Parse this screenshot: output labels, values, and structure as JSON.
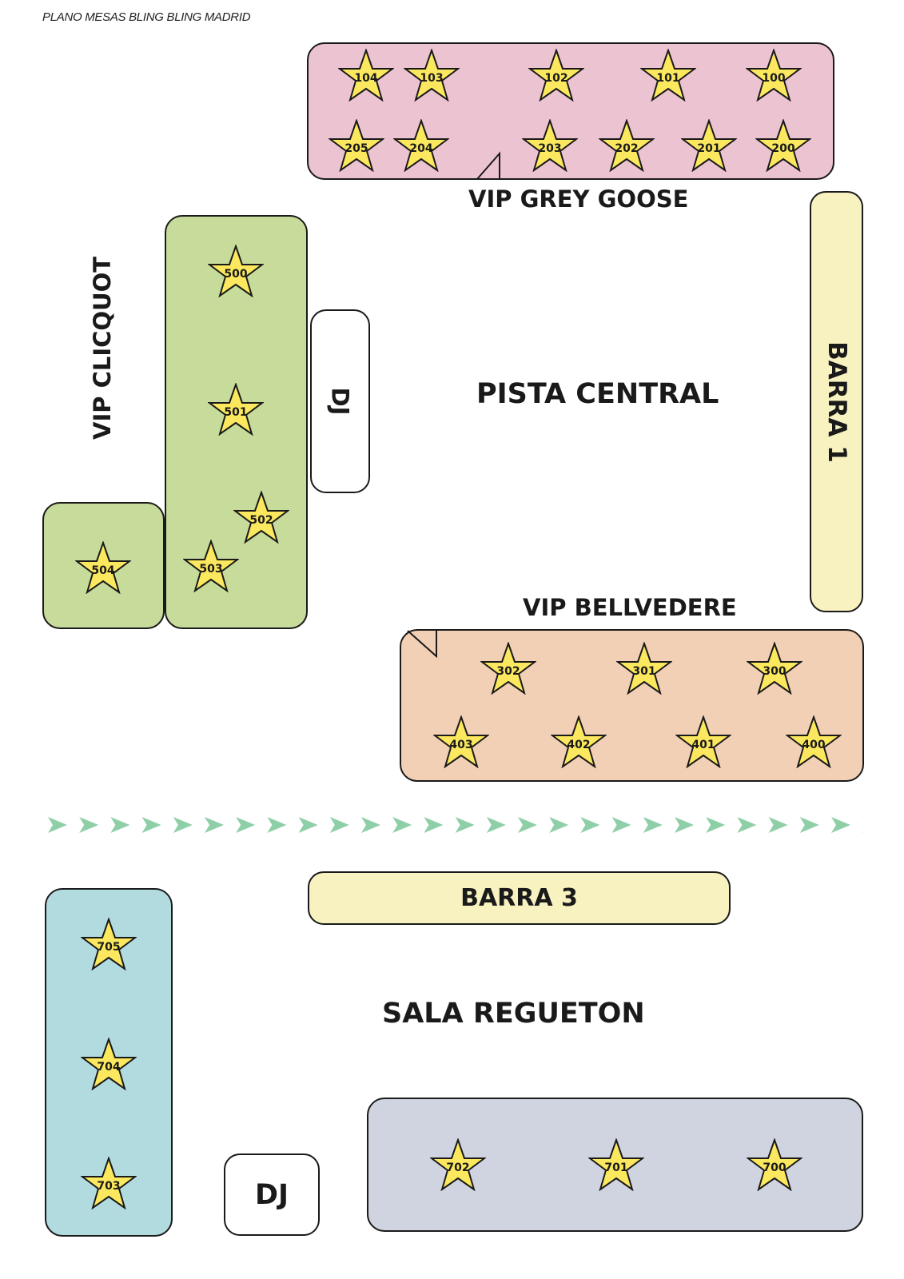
{
  "title": "PLANO MESAS BLING BLING MADRID",
  "colors": {
    "vip_grey_goose": "#ecc3d0",
    "vip_clicquot": "#c7db9a",
    "vip_bellvedere": "#f2d0b5",
    "barra": "#f8f2c0",
    "sala_regueton_left": "#b2dbe0",
    "sala_regueton_right": "#d0d4e0",
    "star_fill": "#fbe85e",
    "arrow": "#8fcfa8"
  },
  "zones": {
    "vip_grey_goose": "VIP GREY GOOSE",
    "vip_clicquot": "VIP CLICQUOT",
    "pista_central": "PISTA CENTRAL",
    "barra_1": "BARRA 1",
    "vip_bellvedere": "VIP BELLVEDERE",
    "barra_3": "BARRA 3",
    "sala_regueton": "SALA REGUETON",
    "dj_1": "DJ",
    "dj_2": "DJ"
  },
  "tables": {
    "grey_goose_row1": [
      "104",
      "103",
      "102",
      "101",
      "100"
    ],
    "grey_goose_row2": [
      "205",
      "204",
      "203",
      "202",
      "201",
      "200"
    ],
    "clicquot": [
      "500",
      "501",
      "502",
      "503",
      "504"
    ],
    "bellvedere_row1": [
      "302",
      "301",
      "300"
    ],
    "bellvedere_row2": [
      "403",
      "402",
      "401",
      "400"
    ],
    "regueton_left": [
      "705",
      "704",
      "703"
    ],
    "regueton_right": [
      "702",
      "701",
      "700"
    ]
  },
  "icons": {
    "table_marker": "star-icon",
    "flow_marker": "arrow-right-icon"
  }
}
